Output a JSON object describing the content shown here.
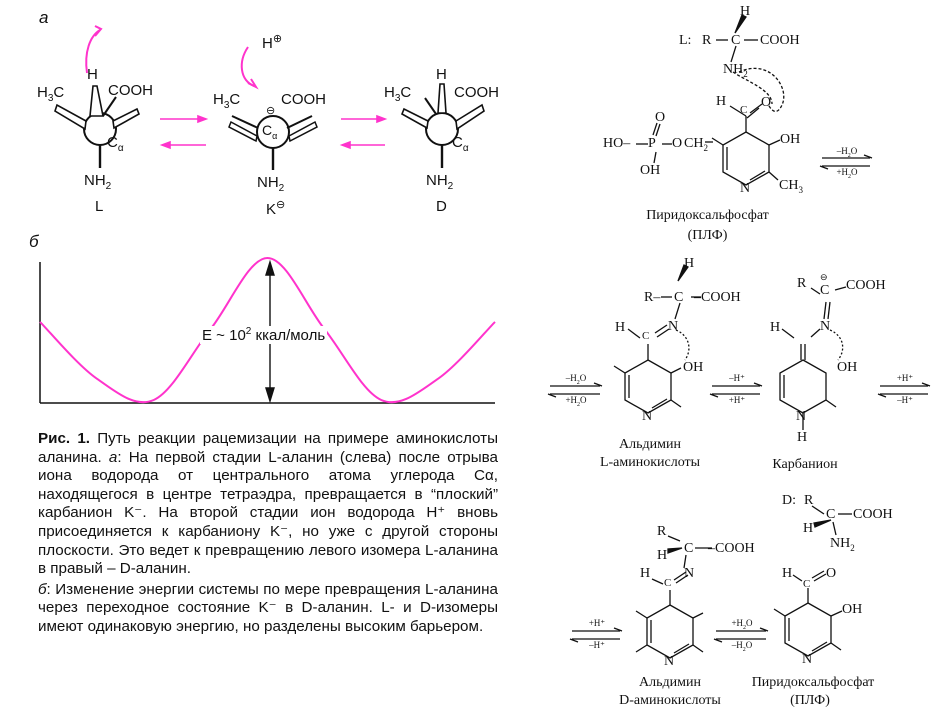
{
  "left": {
    "panel_a_label": "а",
    "panel_b_label": "б",
    "mol_L": {
      "h3c": "H3C",
      "h": "H",
      "cooh": "COOH",
      "ca": "C",
      "ca_sub": "α",
      "nh2": "NH2",
      "label": "L"
    },
    "mol_K": {
      "hplus": "H",
      "h3c": "H3C",
      "cooh": "COOH",
      "ca": "C",
      "ca_sub": "α",
      "charge": "⊖",
      "nh2": "NH2",
      "label": "K",
      "label_sup": "⊖"
    },
    "mol_D": {
      "h3c": "H3C",
      "h": "H",
      "cooh": "COOH",
      "ca": "C",
      "ca_sub": "α",
      "nh2": "NH2",
      "label": "D"
    },
    "energy_label": "E ~ 10² ккал/моль",
    "caption_title": "Рис. 1.",
    "caption_part1": " Путь реакции рацемизации на примере аминокислоты аланина. ",
    "caption_a": "а",
    "caption_part2": ": На первой стадии L-аланин (слева) после отрыва иона водорода от центрального атома углерода Cα, находящегося в центре тетраэдра, превращается в “плоский” карбанион K⁻. На второй стадии ион водорода H⁺ вновь присоединяется к карбаниону K⁻, но уже с другой стороны плоскости. Это ведет к превращению левого изомера L-аланина в правый – D-аланин.",
    "caption_b": "б",
    "caption_part3": ": Изменение энергии системы по мере превращения L-аланина через переходное состояние K⁻ в D-аланин. L- и D-изомеры имеют одинаковую энергию, но разделены высоким барьером."
  },
  "chart_data": {
    "type": "line",
    "title": "",
    "xlabel": "",
    "ylabel": "",
    "series": [
      {
        "x": [
          0,
          0.125,
          0.25,
          0.375,
          0.5,
          0.625,
          0.75,
          0.875,
          1.0
        ],
        "y": [
          0.55,
          0.15,
          0.0,
          0.5,
          1.0,
          0.5,
          0.0,
          0.15,
          0.55
        ]
      }
    ],
    "annotation": "E ~ 10² ккал/моль",
    "line_color": "#ff33cc"
  },
  "right": {
    "l_amino": {
      "label": "L:",
      "r": "R",
      "c": "C",
      "cooh": "COOH",
      "h": "H",
      "nh2": "NH2"
    },
    "plp": {
      "hop": "HO",
      "p": "P",
      "o_top": "O",
      "o_mid": "O",
      "ch2": "CH2",
      "oh_p": "OH",
      "h_ald": "H",
      "c_ald": "C",
      "o_ald": "O",
      "oh_ring": "OH",
      "n": "N",
      "ch3": "CH3",
      "name1": "Пиридоксальфосфат",
      "name2": "(ПЛФ)"
    },
    "eq1": {
      "top": "–H2O",
      "bottom": "+H2O"
    },
    "aldimine_L": {
      "r": "R",
      "c": "C",
      "cooh": "COOH",
      "h_top": "H",
      "h_im": "H",
      "c_im": "C",
      "n_im": "N",
      "oh": "OH",
      "n": "N",
      "name1": "Альдимин",
      "name2": "L-аминокислоты"
    },
    "eq_left": {
      "top": "–H2O",
      "bottom": "+H2O"
    },
    "eq2": {
      "top": "–H⁺",
      "bottom": "+H⁺"
    },
    "carbanion": {
      "r": "R",
      "c": "C",
      "charge": "⊖",
      "cooh": "COOH",
      "h_im": "H",
      "n_im": "N",
      "oh": "OH",
      "n": "N",
      "h_n": "H",
      "name": "Карбанион"
    },
    "eq3": {
      "top": "+H⁺",
      "bottom": "–H⁺"
    },
    "d_amino": {
      "label": "D:",
      "r": "R",
      "c": "C",
      "cooh": "COOH",
      "h": "H",
      "nh2": "NH2"
    },
    "aldimine_D": {
      "r": "R",
      "h": "H",
      "c": "C",
      "cooh": "COOH",
      "h_im": "H",
      "c_im": "C",
      "n_im": "N",
      "n": "N",
      "name1": "Альдимин",
      "name2": "D-аминокислоты"
    },
    "eq4": {
      "top": "+H⁺",
      "bottom": "–H⁺"
    },
    "eq5": {
      "top": "+H2O",
      "bottom": "–H2O"
    },
    "plp2": {
      "h": "H",
      "c": "C",
      "o": "O",
      "oh": "OH",
      "n": "N",
      "name1": "Пиридоксальфосфат",
      "name2": "(ПЛФ)"
    }
  }
}
